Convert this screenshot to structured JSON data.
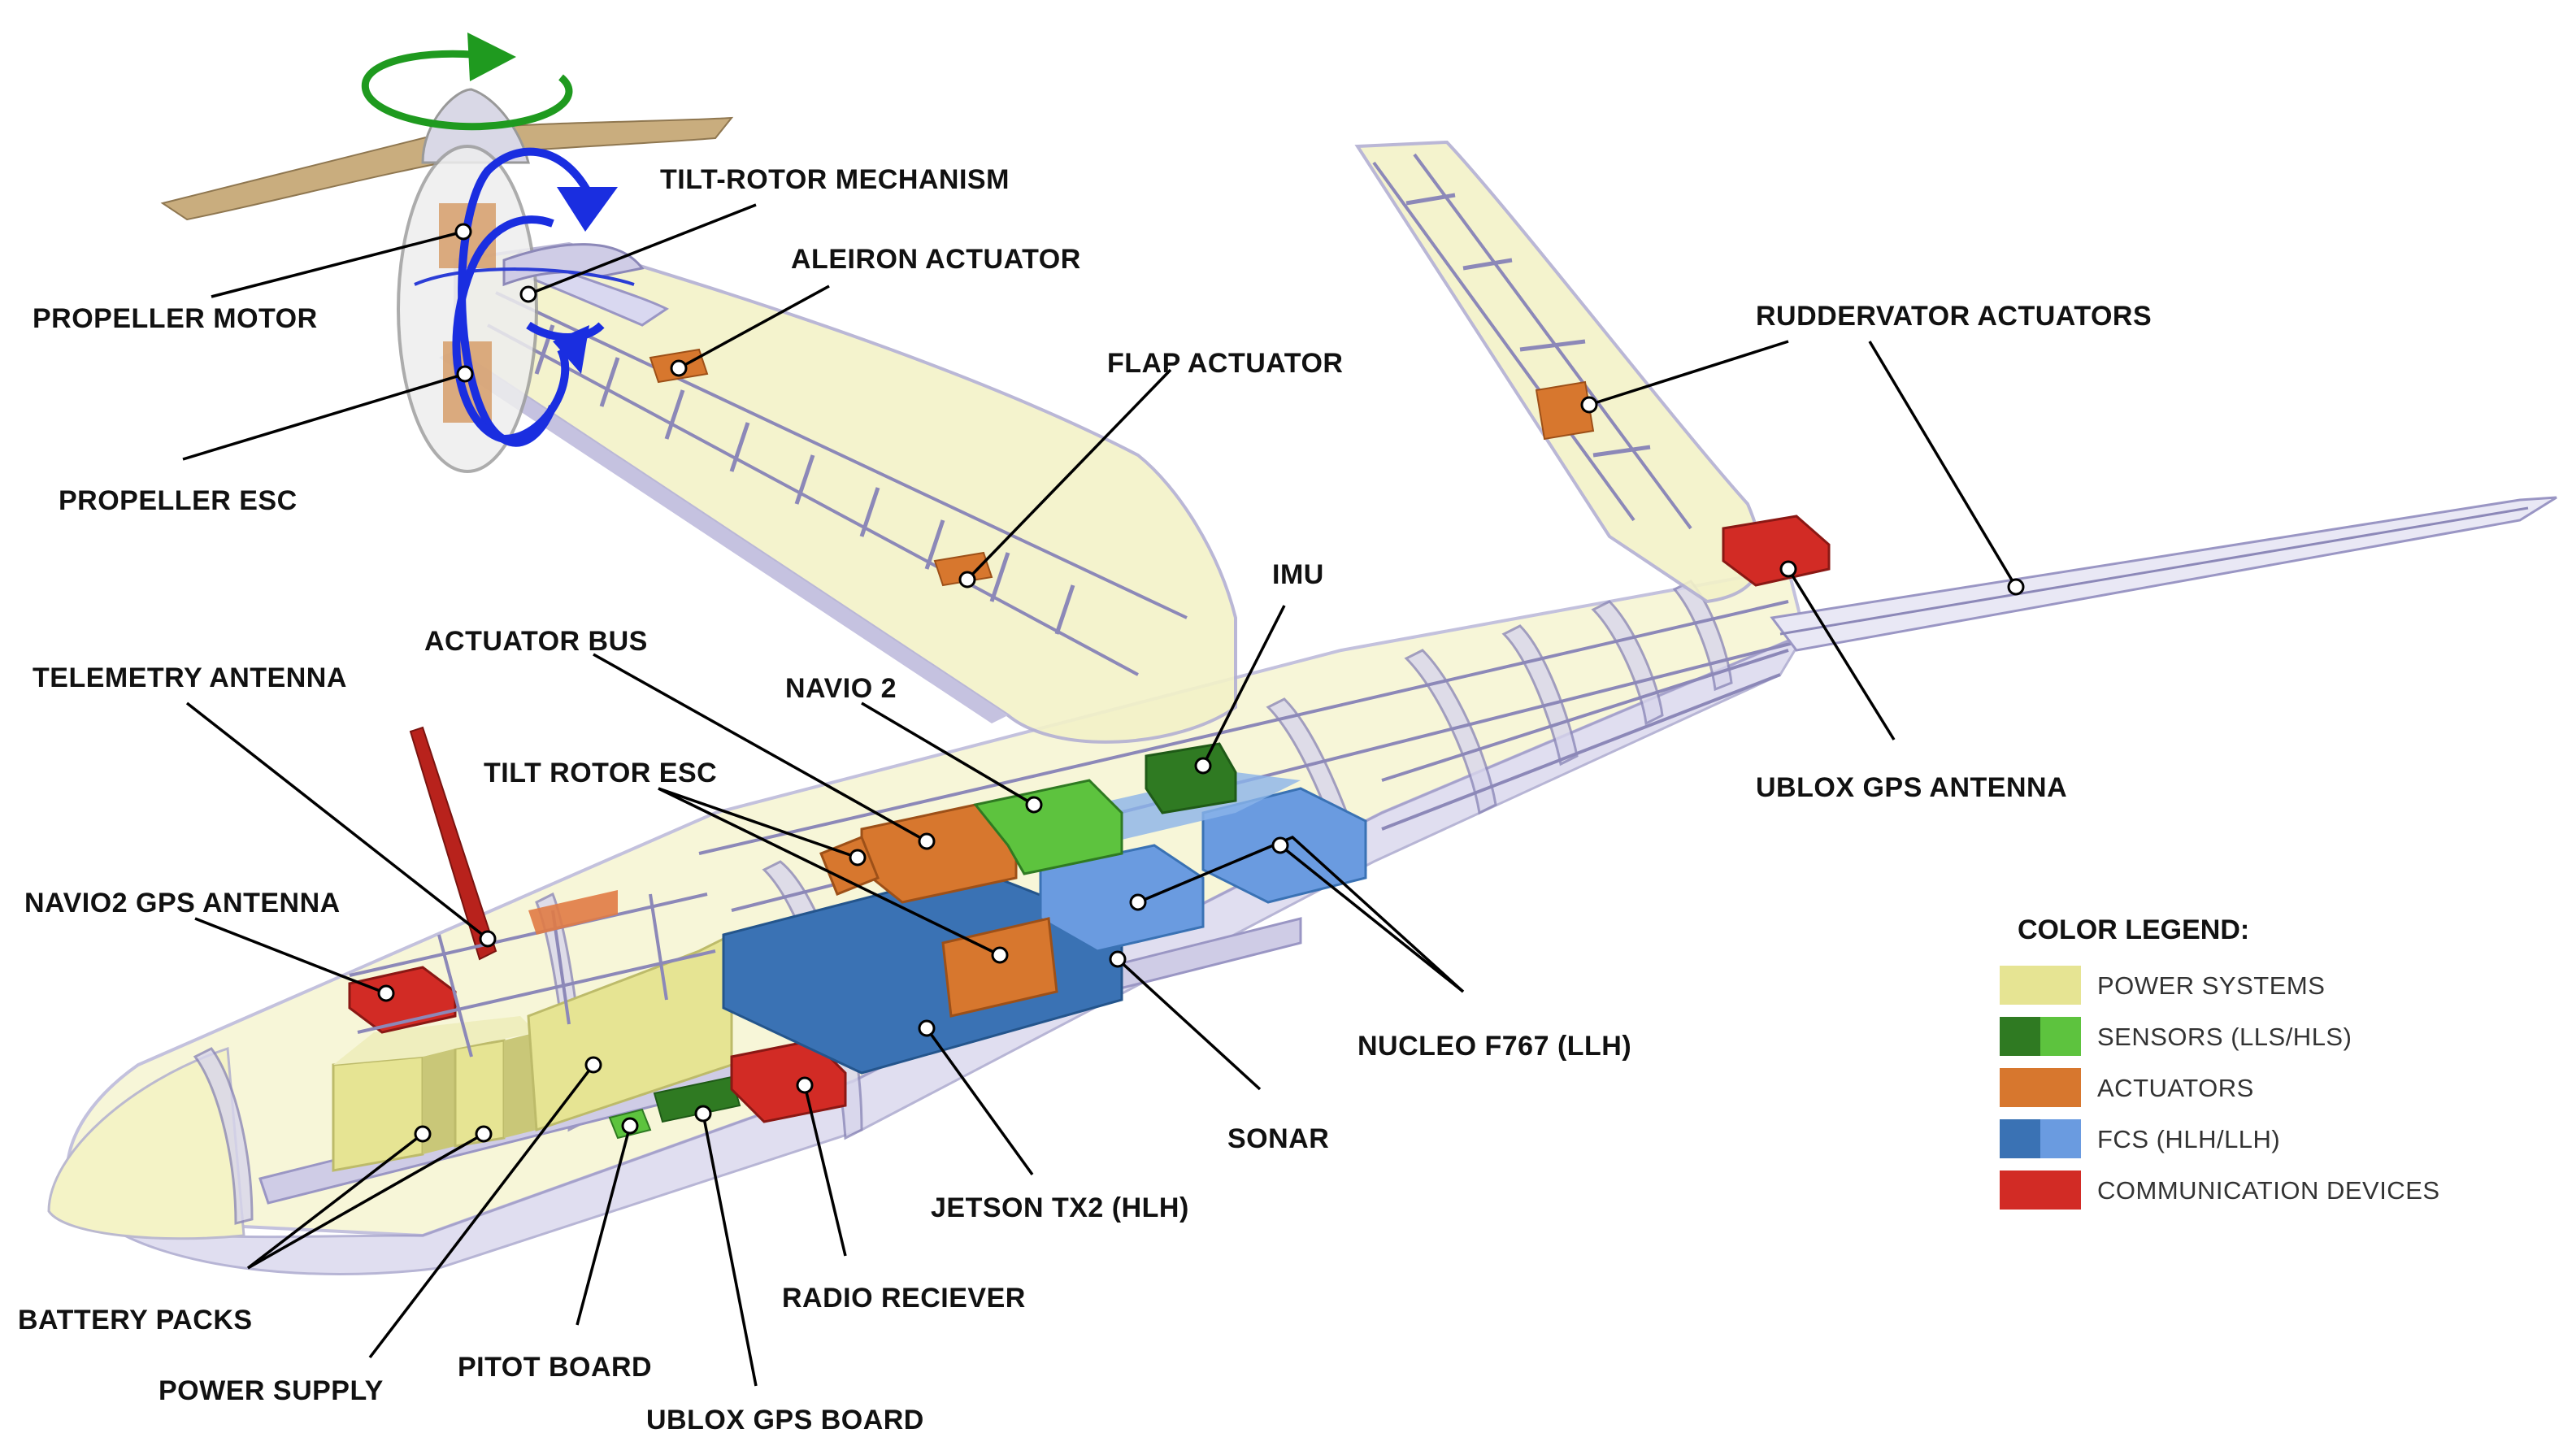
{
  "labels": {
    "propeller_motor": "PROPELLER MOTOR",
    "tilt_rotor_mechanism": "TILT-ROTOR MECHANISM",
    "aleiron_actuator": "ALEIRON ACTUATOR",
    "flap_actuator": "FLAP ACTUATOR",
    "propeller_esc": "PROPELLER ESC",
    "ruddervator_actuators": "RUDDERVATOR ACTUATORS",
    "imu": "IMU",
    "actuator_bus": "ACTUATOR BUS",
    "navio2": "NAVIO 2",
    "telemetry_antenna": "TELEMETRY ANTENNA",
    "tilt_rotor_esc": "TILT ROTOR ESC",
    "ublox_gps_antenna": "UBLOX GPS ANTENNA",
    "navio2_gps_antenna": "NAVIO2 GPS ANTENNA",
    "nucleo": "NUCLEO F767 (LLH)",
    "sonar": "SONAR",
    "jetson": "JETSON TX2 (HLH)",
    "battery_packs": "BATTERY PACKS",
    "radio_receiver": "RADIO RECIEVER",
    "power_supply": "POWER SUPPLY",
    "pitot_board": "PITOT BOARD",
    "ublox_gps_board": "UBLOX GPS BOARD"
  },
  "legend": {
    "title": "COLOR LEGEND:",
    "items": [
      {
        "label": "POWER SYSTEMS",
        "colors": [
          "#e6e493",
          "#e6e493"
        ]
      },
      {
        "label": "SENSORS (LLS/HLS)",
        "colors": [
          "#2f7a22",
          "#5dc33e"
        ]
      },
      {
        "label": "ACTUATORS",
        "colors": [
          "#d7772e",
          "#d7772e"
        ]
      },
      {
        "label": "FCS (HLH/LLH)",
        "colors": [
          "#3a72b4",
          "#6a9be0"
        ]
      },
      {
        "label": "COMMUNICATION DEVICES",
        "colors": [
          "#d22b25",
          "#d22b25"
        ]
      }
    ]
  },
  "colors": {
    "power": "#e6e493",
    "sensor_dark": "#2f7a22",
    "sensor_light": "#5dc33e",
    "actuator": "#d7772e",
    "fcs_dark": "#3a72b4",
    "fcs_light": "#6a9be0",
    "comm": "#d22b25",
    "rotation_green": "#1f9a1f",
    "rotation_blue": "#1a2ee0",
    "structure": "#8c88b8",
    "skin": "#f3f2c8",
    "propeller": "#c9ad7e"
  }
}
